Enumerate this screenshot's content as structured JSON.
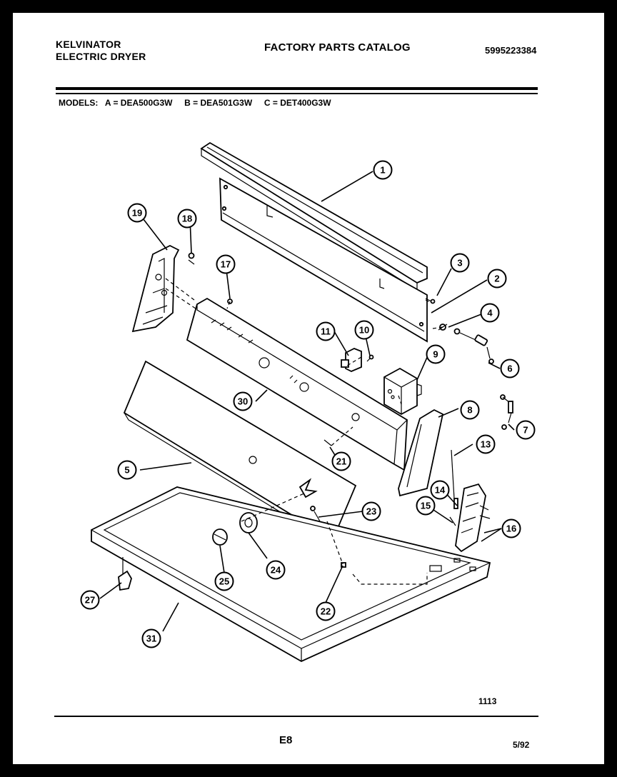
{
  "header": {
    "brand_line1": "KELVINATOR",
    "brand_line2": "ELECTRIC DRYER",
    "catalog_title": "FACTORY PARTS CATALOG",
    "part_number": "5995223384"
  },
  "models_line": "MODELS:   A = DEA500G3W     B = DEA501G3W     C = DET400G3W",
  "diagram": {
    "callouts": [
      "1",
      "2",
      "3",
      "4",
      "5",
      "6",
      "7",
      "8",
      "9",
      "10",
      "11",
      "13",
      "14",
      "15",
      "16",
      "17",
      "18",
      "19",
      "21",
      "22",
      "23",
      "24",
      "25",
      "27",
      "30",
      "31"
    ]
  },
  "footer": {
    "figure_number": "1113",
    "page_id": "E8",
    "date": "5/92"
  }
}
